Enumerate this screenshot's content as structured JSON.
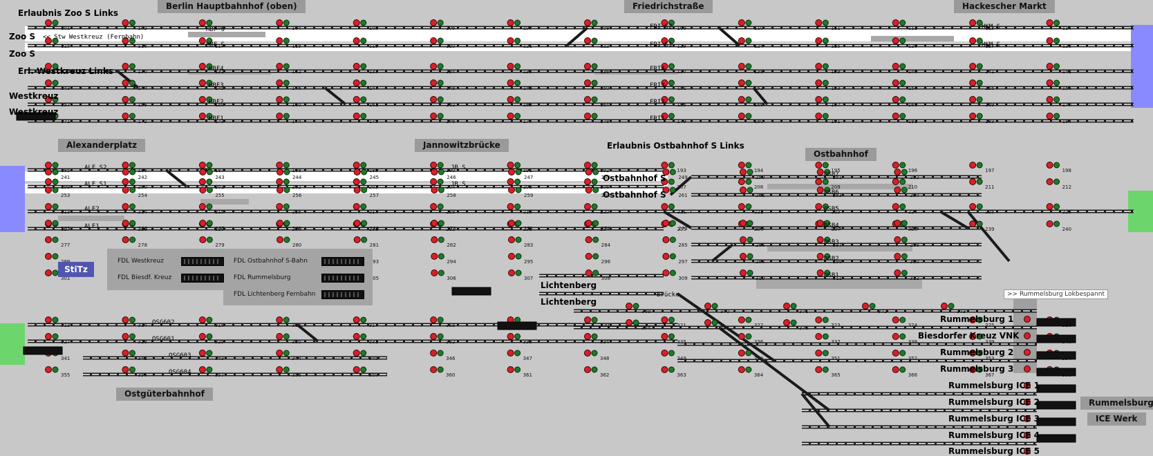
{
  "colors": {
    "background": "#c8c8c8",
    "track": "#1a1a1a",
    "signal_red": "#d8202a",
    "signal_green": "#1f7a2a",
    "platform": "#ffffff",
    "header": "#9a9a9a",
    "berlin_blue": "#8a8aff",
    "boundary_green": "#6cd66c"
  },
  "headers": [
    {
      "label": "Berlin Hauptbahnhof (oben)"
    },
    {
      "label": "Friedrichstraße"
    },
    {
      "label": "Hackescher Markt"
    },
    {
      "label": "Alexanderplatz"
    },
    {
      "label": "Jannowitzbrücke"
    },
    {
      "label": "Ostbahnhof"
    },
    {
      "label": "Ostgüterbahnhof"
    },
    {
      "label": "Rummelsburg"
    },
    {
      "label": "ICE Werk"
    }
  ],
  "section_labels": [
    {
      "label": "Erlaubnis Zoo S Links"
    },
    {
      "label": "Zoo S"
    },
    {
      "label": "Zoo S"
    },
    {
      "label": "<< Stw Westkreuz (Fernbahn)"
    },
    {
      "label": "Erl. Westkreuz Links"
    },
    {
      "label": "Westkreuz"
    },
    {
      "label": "Westkreuz"
    },
    {
      "label": "Erlaubnis Ostbahnhof S Links"
    },
    {
      "label": "Ostbahnhof S"
    },
    {
      "label": "Ostbahnhof S"
    },
    {
      "label": "Lichtenberg"
    },
    {
      "label": "Lichtenberg"
    },
    {
      "label": "Brücke"
    },
    {
      "label": "Rummelsburg 1"
    },
    {
      "label": "Biesdorfer Kreuz VNK"
    },
    {
      "label": "Rummelsburg 2"
    },
    {
      "label": "Rummelsburg 3"
    },
    {
      "label": "Rummelsburg ICE 1"
    },
    {
      "label": "Rummelsburg ICE 2"
    },
    {
      "label": "Rummelsburg ICE 3"
    },
    {
      "label": "Rummelsburg ICE 4"
    },
    {
      "label": "Rummelsburg ICE 5"
    },
    {
      "label": ">> Rummelsburg Lokbespannt"
    }
  ],
  "platform_labels": [
    {
      "label": "HBF S"
    },
    {
      "label": "HBF S"
    },
    {
      "label": "FRI S2"
    },
    {
      "label": "FRI S1"
    },
    {
      "label": "HKM S"
    },
    {
      "label": "HKM S"
    },
    {
      "label": "HBF4"
    },
    {
      "label": "HBF3"
    },
    {
      "label": "HBF2"
    },
    {
      "label": "HBF1"
    },
    {
      "label": "FRI4"
    },
    {
      "label": "FRI3"
    },
    {
      "label": "FRI2"
    },
    {
      "label": "FRI1"
    },
    {
      "label": "ALE S2"
    },
    {
      "label": "ALE S1"
    },
    {
      "label": "ALE2"
    },
    {
      "label": "ALE1"
    },
    {
      "label": "JB S"
    },
    {
      "label": "JB S"
    },
    {
      "label": "OSB7"
    },
    {
      "label": "OSB6"
    },
    {
      "label": "OSB5"
    },
    {
      "label": "OSB4"
    },
    {
      "label": "OSB3"
    },
    {
      "label": "OSB2"
    },
    {
      "label": "OSB1"
    },
    {
      "label": "OSG602"
    },
    {
      "label": "OSG601"
    },
    {
      "label": "OSG603"
    },
    {
      "label": "OSG604"
    }
  ],
  "stitz": {
    "label": "StiTz"
  },
  "fdl": [
    {
      "label": "FDL Westkreuz"
    },
    {
      "label": "FDL Biesdf. Kreuz"
    },
    {
      "label": "FDL Ostbahnhof S-Bahn"
    },
    {
      "label": "FDL Rummelsburg"
    },
    {
      "label": "FDL Lichtenberg Fernbahn"
    }
  ],
  "signal_numbers": [
    "101",
    "102",
    "103",
    "104",
    "105",
    "106",
    "107",
    "108",
    "109",
    "110",
    "111",
    "112",
    "113",
    "114",
    "115",
    "116",
    "117",
    "118",
    "119",
    "120",
    "121",
    "122",
    "123",
    "124",
    "125",
    "126",
    "127",
    "128",
    "129",
    "130",
    "131",
    "132",
    "133",
    "134",
    "135",
    "136",
    "137",
    "138",
    "139",
    "140",
    "141",
    "142",
    "143",
    "144",
    "145",
    "146",
    "147",
    "148",
    "149",
    "150",
    "151",
    "152",
    "153",
    "154",
    "155",
    "156",
    "157",
    "158",
    "159",
    "160",
    "161",
    "162",
    "163",
    "164",
    "165",
    "166",
    "167",
    "168",
    "169",
    "170",
    "171",
    "172",
    "173",
    "174",
    "175",
    "176",
    "177",
    "178",
    "179",
    "180",
    "181",
    "182",
    "183",
    "184",
    "185",
    "186",
    "187",
    "188",
    "189",
    "190",
    "191",
    "192",
    "193",
    "194",
    "195",
    "196",
    "197",
    "198",
    "199",
    "200",
    "201",
    "202",
    "203",
    "204",
    "205",
    "206",
    "207",
    "208",
    "209",
    "210",
    "211",
    "212",
    "213",
    "214",
    "215",
    "216",
    "217",
    "218",
    "219",
    "220",
    "221",
    "222",
    "223",
    "224",
    "225",
    "226",
    "227",
    "228",
    "229",
    "230",
    "231",
    "232",
    "233",
    "234",
    "235",
    "236",
    "237",
    "238",
    "239",
    "240",
    "241",
    "242",
    "243",
    "244",
    "245",
    "246",
    "247",
    "248",
    "249",
    "250",
    "251",
    "252",
    "253",
    "254",
    "255",
    "256",
    "257",
    "258",
    "259",
    "260",
    "261",
    "262",
    "263",
    "264",
    "265",
    "266",
    "267",
    "268",
    "269",
    "270",
    "271",
    "272",
    "273",
    "274",
    "275",
    "276",
    "277",
    "278",
    "279",
    "280",
    "281",
    "282",
    "283",
    "284",
    "285",
    "286",
    "287",
    "288",
    "289",
    "290",
    "291",
    "292",
    "293",
    "294",
    "295",
    "296",
    "297",
    "298",
    "299",
    "300",
    "301",
    "302",
    "303",
    "304",
    "305",
    "306",
    "307",
    "308",
    "309",
    "310",
    "311",
    "312",
    "313",
    "314",
    "315",
    "316",
    "317",
    "318",
    "319",
    "320",
    "321",
    "322",
    "323",
    "324",
    "325",
    "326",
    "327",
    "328",
    "329",
    "330",
    "331",
    "332",
    "333",
    "334",
    "335",
    "336",
    "337",
    "338",
    "339",
    "340",
    "341",
    "342",
    "343",
    "344",
    "345",
    "346",
    "347",
    "348",
    "349",
    "350",
    "351",
    "352",
    "353",
    "354",
    "355",
    "356",
    "357",
    "358",
    "359",
    "360",
    "361",
    "362",
    "363",
    "364",
    "365",
    "366",
    "367",
    "368",
    "369",
    "370",
    "371",
    "372",
    "373",
    "374",
    "375",
    "376"
  ]
}
